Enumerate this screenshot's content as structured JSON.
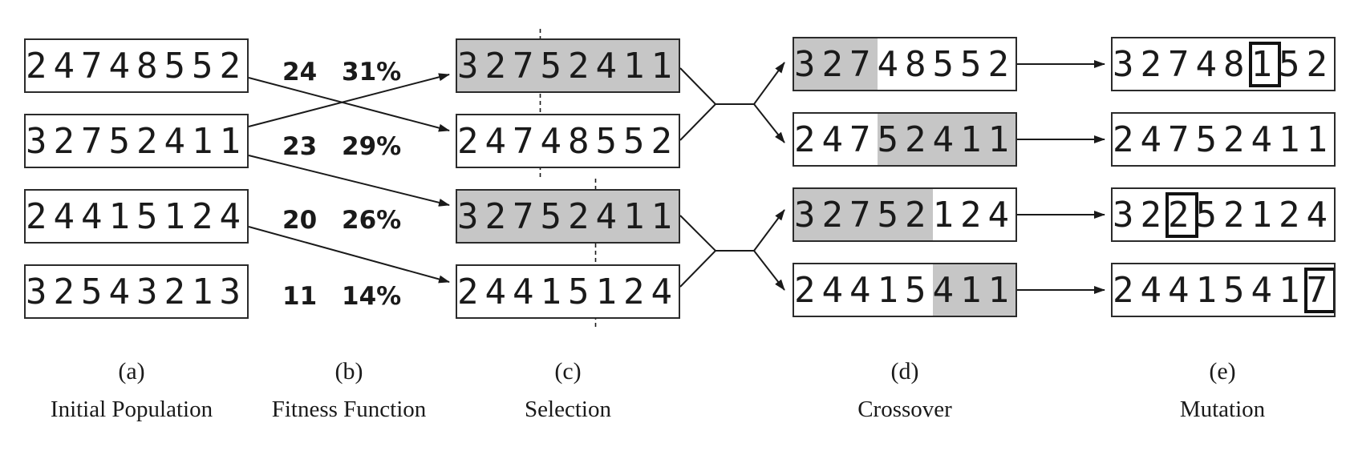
{
  "columns": {
    "a": {
      "letter": "(a)",
      "caption": "Initial Population"
    },
    "b": {
      "letter": "(b)",
      "caption": "Fitness Function"
    },
    "c": {
      "letter": "(c)",
      "caption": "Selection"
    },
    "d": {
      "letter": "(d)",
      "caption": "Crossover"
    },
    "e": {
      "letter": "(e)",
      "caption": "Mutation"
    }
  },
  "initial_population": [
    "24748552",
    "32752411",
    "24415124",
    "32543213"
  ],
  "fitness": [
    {
      "score": "24",
      "percent": "31%"
    },
    {
      "score": "23",
      "percent": "29%"
    },
    {
      "score": "20",
      "percent": "26%"
    },
    {
      "score": "11",
      "percent": "14%"
    }
  ],
  "selection": [
    {
      "value": "32752411",
      "shaded": true
    },
    {
      "value": "24748552",
      "shaded": false
    },
    {
      "value": "32752411",
      "shaded": true
    },
    {
      "value": "24415124",
      "shaded": false
    }
  ],
  "crossover_points": [
    3,
    5
  ],
  "crossover": [
    {
      "value": "32748552",
      "shaded_digits": [
        0,
        1,
        2
      ]
    },
    {
      "value": "24752411",
      "shaded_digits": [
        3,
        4,
        5,
        6,
        7
      ]
    },
    {
      "value": "32752124",
      "shaded_digits": [
        0,
        1,
        2,
        3,
        4
      ]
    },
    {
      "value": "24415411",
      "shaded_digits": [
        5,
        6,
        7
      ]
    }
  ],
  "mutation": [
    {
      "value": "32748152",
      "mutated_digit": 5
    },
    {
      "value": "24752411",
      "mutated_digit": null
    },
    {
      "value": "32252124",
      "mutated_digit": 2
    },
    {
      "value": "24415417",
      "mutated_digit": 7
    }
  ],
  "colors": {
    "stroke": "#2b2b2b",
    "shade": "#c6c6c6",
    "background": "#ffffff"
  }
}
